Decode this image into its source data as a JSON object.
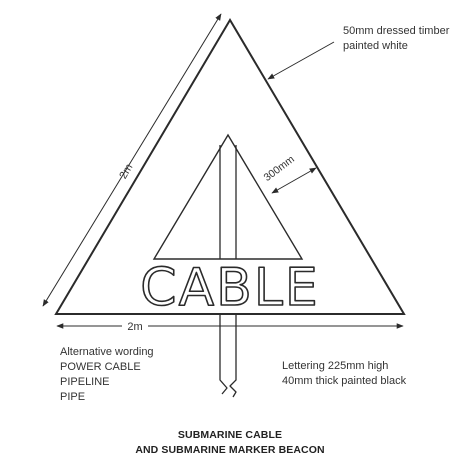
{
  "dimensions": {
    "side_left": "2m",
    "base": "2m",
    "inner_gap": "300mm"
  },
  "sign_lettering": "CABLE",
  "notes": {
    "timber_line1": "50mm dressed timber",
    "timber_line2": "painted white",
    "lettering_line1": "Lettering 225mm high",
    "lettering_line2": "40mm thick painted black"
  },
  "alternative_wording": {
    "heading": "Alternative wording",
    "options": [
      "POWER CABLE",
      "PIPELINE",
      "PIPE"
    ]
  },
  "caption": {
    "line1": "SUBMARINE CABLE",
    "line2": "AND SUBMARINE MARKER BEACON"
  },
  "colors": {
    "line": "#2b2b2b",
    "fill": "#ffffff"
  }
}
